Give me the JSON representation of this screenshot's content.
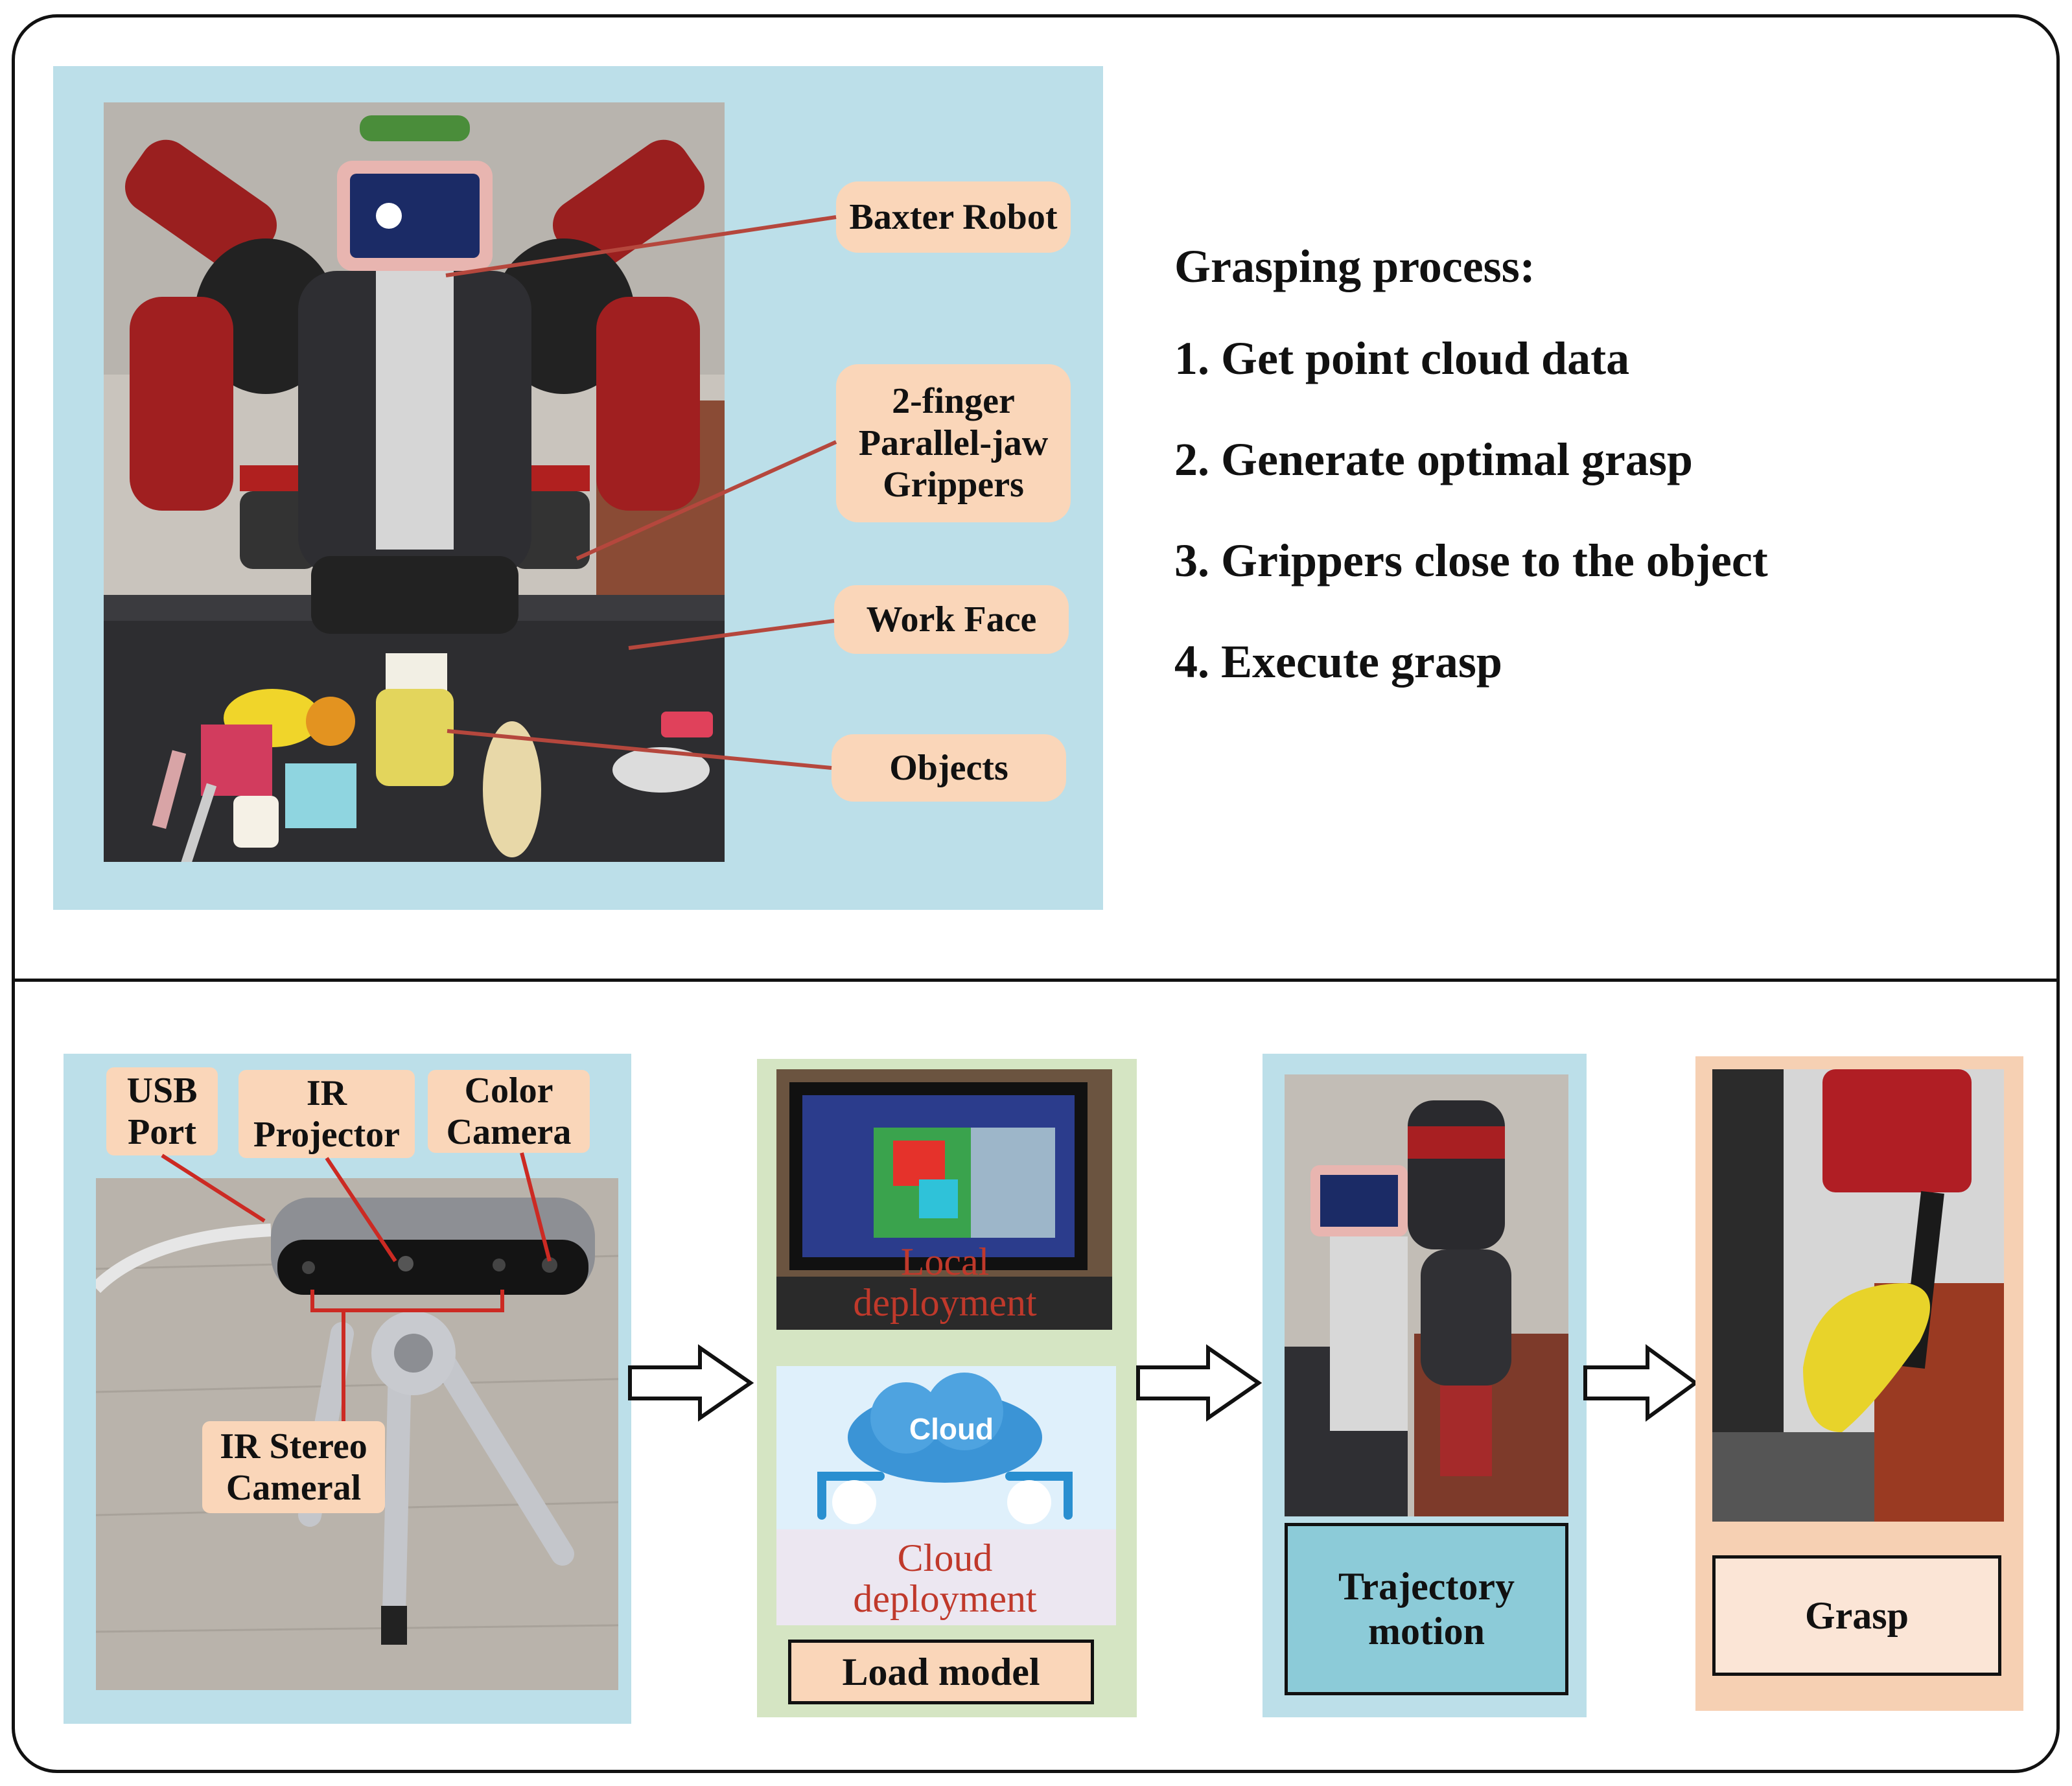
{
  "top_panel": {
    "labels": {
      "baxter": "Baxter Robot",
      "grippers": "2-finger Parallel-jaw Grippers",
      "work_face": "Work Face",
      "objects": "Objects"
    },
    "process": {
      "title": "Grasping process:",
      "steps": [
        "1. Get point cloud data",
        "2. Generate optimal grasp",
        "3. Grippers close to the object",
        "4. Execute grasp"
      ]
    }
  },
  "bottom_panel": {
    "camera_labels": {
      "usb": "USB Port",
      "ir_projector": "IR Projector",
      "color_camera": "Color Camera",
      "ir_stereo": "IR Stereo Cameral"
    },
    "deploy": {
      "local": "Local deployment",
      "cloud_icon": "Cloud",
      "cloud": "Cloud deployment",
      "box": "Load model"
    },
    "trajectory": {
      "box": "Trajectory motion"
    },
    "grasp": {
      "box": "Grasp"
    }
  },
  "colors": {
    "panel_blue": "#bcdfe9",
    "panel_green": "#d5e5c3",
    "panel_orange": "#f6d0b3",
    "callout": "#fad6b9",
    "leader_line": "#b5473d",
    "trajectory_box": "#8ccbd8",
    "grasp_box": "#fbe5d6",
    "deploy_text": "#c0392b"
  }
}
